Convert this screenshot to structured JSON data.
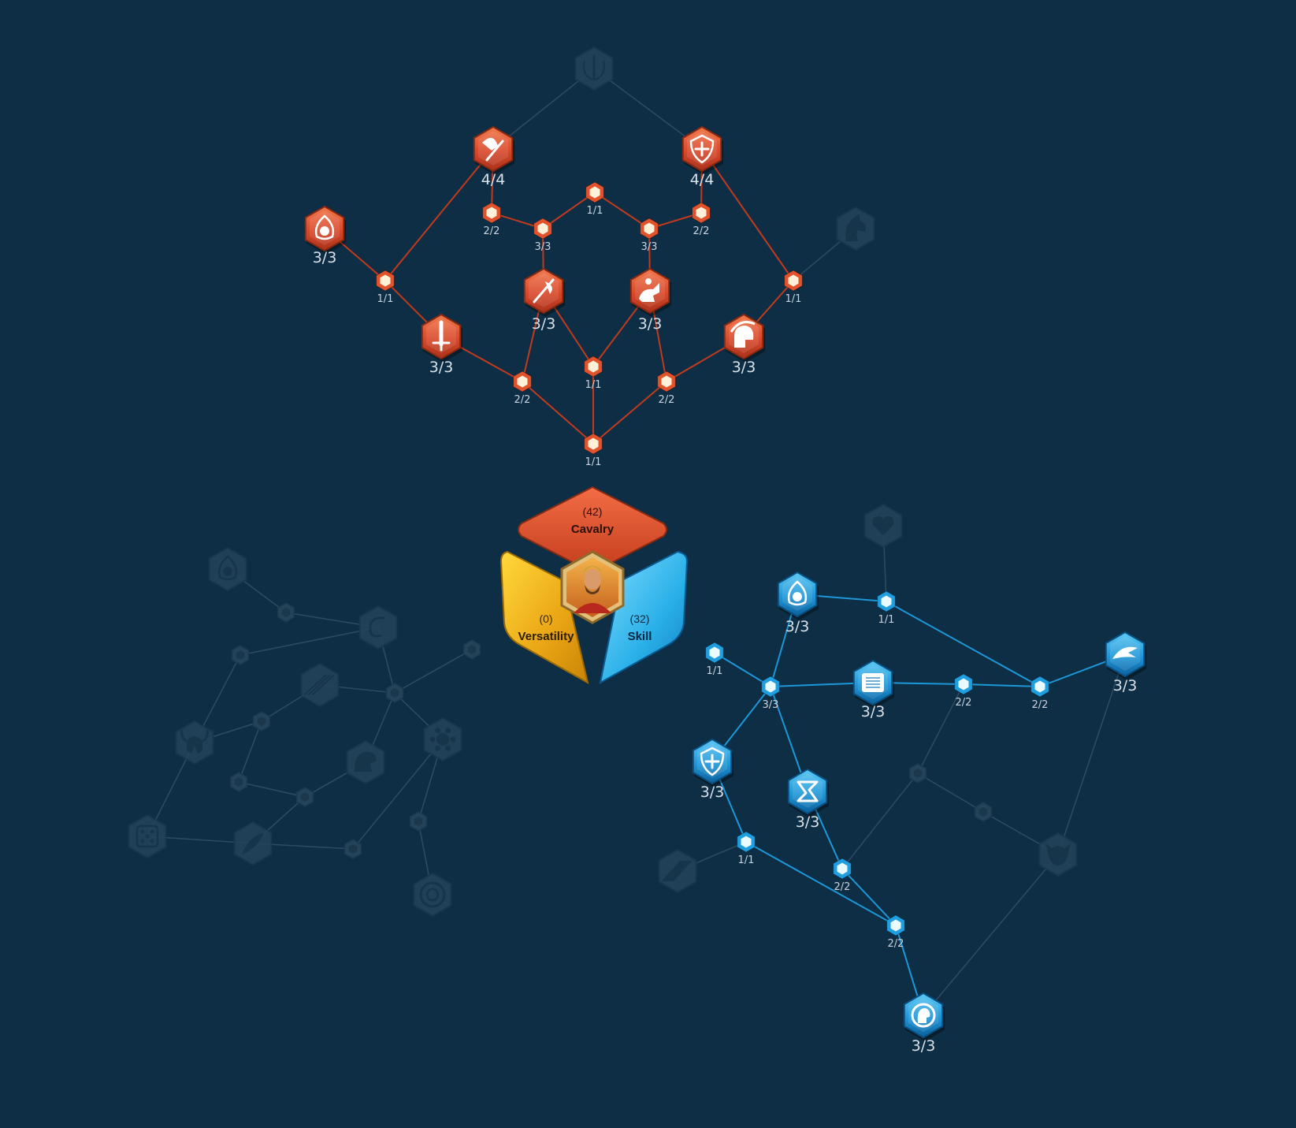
{
  "colors": {
    "background": "#0d2e45",
    "cavalry": "#e25a34",
    "cavalry_dark": "#b8391b",
    "skill": "#22a7e0",
    "skill_dark": "#0d74b4",
    "versatility": "#f3c01a",
    "inactive": "#27455a",
    "inactive_line": "#2c4a60"
  },
  "center": {
    "cavalry": {
      "points": "(42)",
      "name": "Cavalry"
    },
    "versatility": {
      "points": "(0)",
      "name": "Versatility"
    },
    "skill": {
      "points": "(32)",
      "name": "Skill"
    },
    "portrait": "commander-portrait"
  },
  "cavalry_tree": {
    "big_nodes": [
      {
        "icon": "axe-flag-icon",
        "label": "4/4"
      },
      {
        "icon": "shield-cross-icon",
        "label": "4/4"
      },
      {
        "icon": "flame-skull-icon",
        "label": "3/3"
      },
      {
        "icon": "halberd-icon",
        "label": "3/3"
      },
      {
        "icon": "horseman-icon",
        "label": "3/3"
      },
      {
        "icon": "sword-icon",
        "label": "3/3"
      },
      {
        "icon": "spartan-helmet-icon",
        "label": "3/3"
      }
    ],
    "small_nodes": [
      {
        "label": "1/1"
      },
      {
        "label": "2/2"
      },
      {
        "label": "3/3"
      },
      {
        "label": "3/3"
      },
      {
        "label": "2/2"
      },
      {
        "label": "1/1"
      },
      {
        "label": "1/1"
      },
      {
        "label": "1/1"
      },
      {
        "label": "2/2"
      },
      {
        "label": "2/2"
      },
      {
        "label": "1/1"
      }
    ],
    "locked_nodes": [
      {
        "icon": "laurel-sword-icon"
      },
      {
        "icon": "horse-head-icon"
      }
    ]
  },
  "skill_tree": {
    "big_nodes": [
      {
        "icon": "flame-skull-icon",
        "label": "3/3"
      },
      {
        "icon": "scroll-icon",
        "label": "3/3"
      },
      {
        "icon": "dragon-icon",
        "label": "3/3"
      },
      {
        "icon": "shield-cross-icon",
        "label": "3/3"
      },
      {
        "icon": "whirlwind-icon",
        "label": "3/3"
      },
      {
        "icon": "mind-icon",
        "label": "3/3"
      }
    ],
    "small_nodes": [
      {
        "label": "1/1"
      },
      {
        "label": "1/1"
      },
      {
        "label": "3/3"
      },
      {
        "label": "2/2"
      },
      {
        "label": "2/2"
      },
      {
        "label": "1/1"
      },
      {
        "label": "2/2"
      },
      {
        "label": "2/2"
      }
    ],
    "locked_nodes": [
      {
        "icon": "heart-icon"
      },
      {
        "icon": "claw-icon"
      },
      {
        "icon": "demon-skull-icon"
      }
    ]
  },
  "versatility_tree": {
    "locked_nodes": [
      {
        "icon": "flame-skull-icon"
      },
      {
        "icon": "grappling-hook-icon"
      },
      {
        "icon": "arrows-icon"
      },
      {
        "icon": "viking-helmet-icon"
      },
      {
        "icon": "eagle-icon"
      },
      {
        "icon": "splash-icon"
      },
      {
        "icon": "dice-icon"
      },
      {
        "icon": "feathers-icon"
      },
      {
        "icon": "round-shield-icon"
      }
    ]
  }
}
